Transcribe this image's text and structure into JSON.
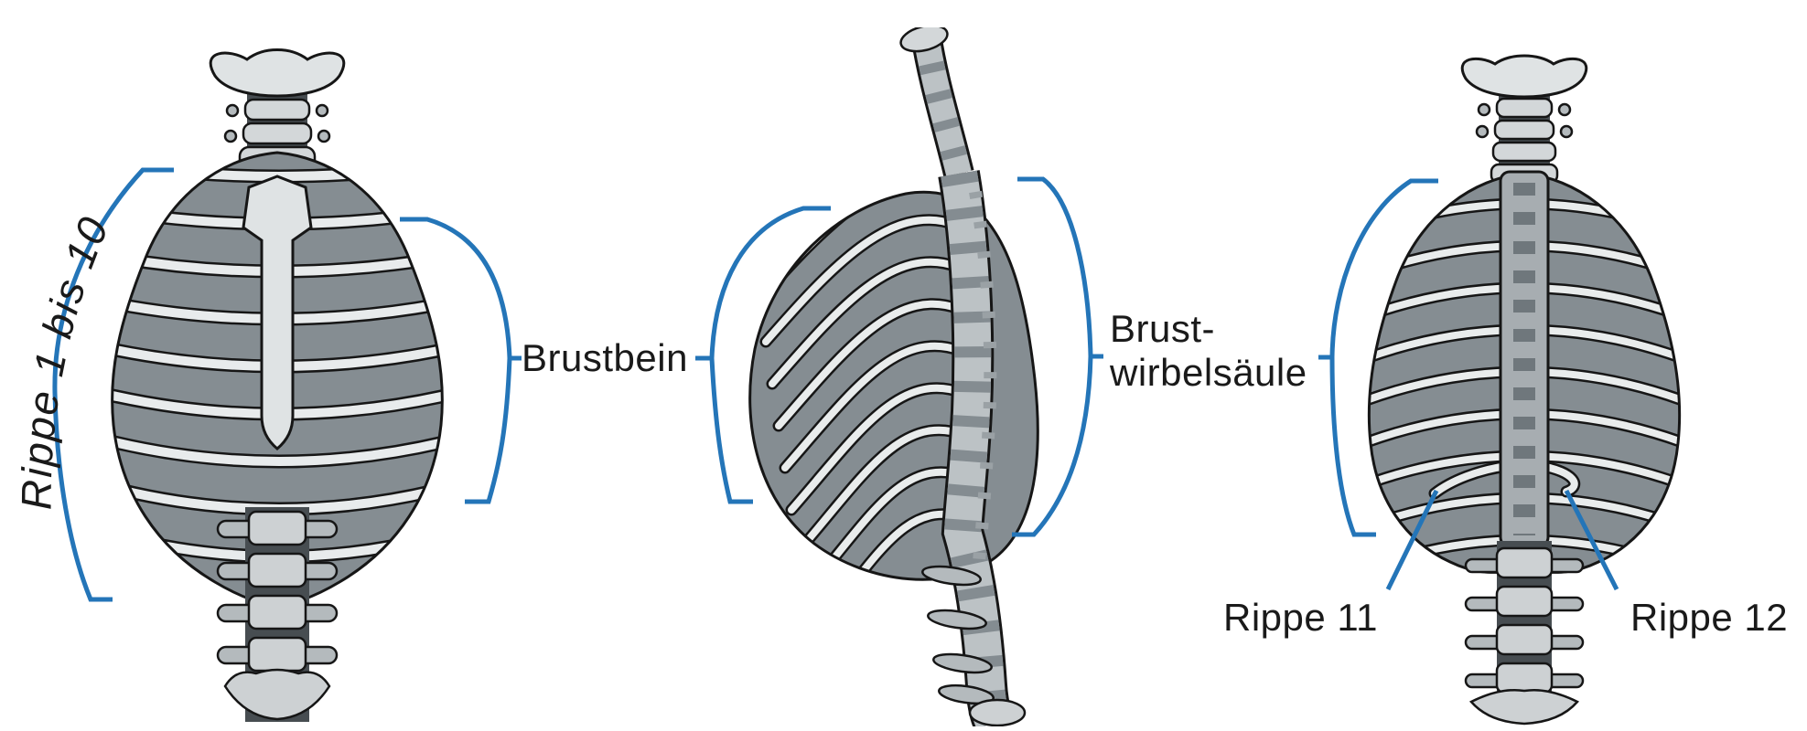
{
  "labels": {
    "ribs_1_to_10": "Rippe 1 bis 10",
    "sternum": "Brustbein",
    "thoracic_spine": {
      "line1": "Brust-",
      "line2": "wirbelsäule"
    },
    "rib_11": "Rippe 11",
    "rib_12": "Rippe 12"
  },
  "figures": [
    {
      "id": "front",
      "view": "ribcage-front-view"
    },
    {
      "id": "side",
      "view": "ribcage-side-view"
    },
    {
      "id": "back",
      "view": "ribcage-back-view"
    }
  ],
  "colors": {
    "background": "#ffffff",
    "annotation_blue": "#2475b8",
    "text": "#1a1a1a",
    "bone_light": "#e8ebec",
    "bone_gap_gray": "#858d92",
    "outline": "#161616"
  }
}
